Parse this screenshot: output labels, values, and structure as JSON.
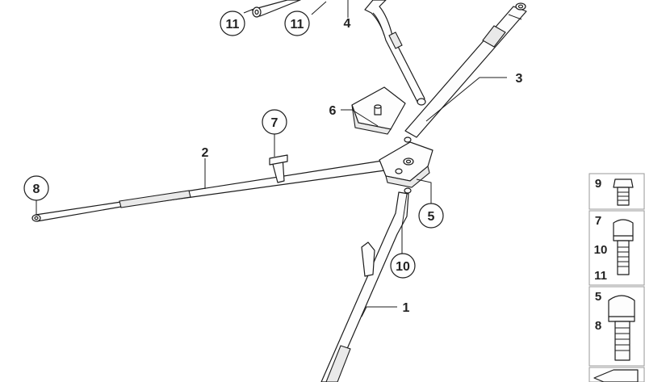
{
  "diagram": {
    "callouts": [
      {
        "id": "c11a",
        "label": "11"
      },
      {
        "id": "c11b",
        "label": "11"
      },
      {
        "id": "c7",
        "label": "7"
      },
      {
        "id": "c8",
        "label": "8"
      },
      {
        "id": "c10",
        "label": "10"
      },
      {
        "id": "c5",
        "label": "5"
      }
    ],
    "labels": [
      {
        "id": "l4",
        "label": "4"
      },
      {
        "id": "l3",
        "label": "3"
      },
      {
        "id": "l6",
        "label": "6"
      },
      {
        "id": "l2",
        "label": "2"
      },
      {
        "id": "l1",
        "label": "1"
      }
    ],
    "legend": [
      {
        "id": "p1",
        "numbers": [
          "9"
        ]
      },
      {
        "id": "p2",
        "numbers": [
          "7",
          "10",
          "11"
        ]
      },
      {
        "id": "p3",
        "numbers": [
          "5",
          "8"
        ]
      }
    ]
  }
}
